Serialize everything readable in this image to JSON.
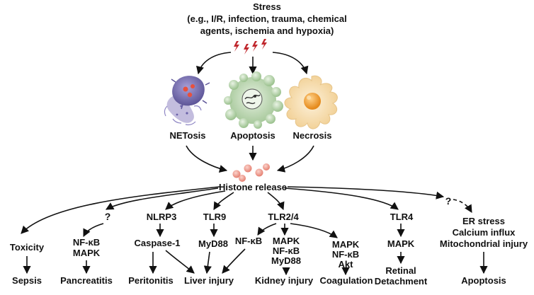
{
  "stress": {
    "title": "Stress",
    "line1": "(e.g., I/R, infection, trauma, chemical",
    "line2": "agents, ischemia and hypoxia)"
  },
  "cell_deaths": {
    "netosis": "NETosis",
    "apoptosis": "Apoptosis",
    "necrosis": "Necrosis"
  },
  "histone_release": "Histone release",
  "pathways": {
    "unknown_left": "?",
    "nlrp3": "NLRP3",
    "tlr9": "TLR9",
    "tlr24": "TLR2/4",
    "tlr4": "TLR4",
    "unknown_right": "?"
  },
  "mediators": {
    "toxicity": "Toxicity",
    "nfkb_mapk_1": "NF-κB",
    "nfkb_mapk_2": "MAPK",
    "caspase1": "Caspase-1",
    "myd88": "MyD88",
    "nfkb": "NF-κB",
    "kidney_1": "MAPK",
    "kidney_2": "NF-κB",
    "kidney_3": "MyD88",
    "coag_1": "MAPK",
    "coag_2": "NF-κB",
    "coag_3": "Akt",
    "mapk": "MAPK",
    "er_1": "ER stress",
    "er_2": "Calcium influx",
    "er_3": "Mitochondrial injury"
  },
  "outcomes": {
    "sepsis": "Sepsis",
    "pancreatitis": "Pancreatitis",
    "peritonitis": "Peritonitis",
    "liver_injury": "Liver injury",
    "kidney_injury": "Kidney injury",
    "coagulation": "Coagulation",
    "retinal_1": "Retinal",
    "retinal_2": "Detachment",
    "apoptosis": "Apoptosis"
  },
  "colors": {
    "lightning": "#c0272d",
    "netosis_cell": "#7d74b5",
    "netosis_dna": "#b9b2d8",
    "apoptosis_cell": "#bcd7b5",
    "apoptosis_bleb": "#a9cc9e",
    "necrosis_cell": "#f7ddb0",
    "necrosis_core": "#f2a43b",
    "histone": "#f2a196"
  }
}
